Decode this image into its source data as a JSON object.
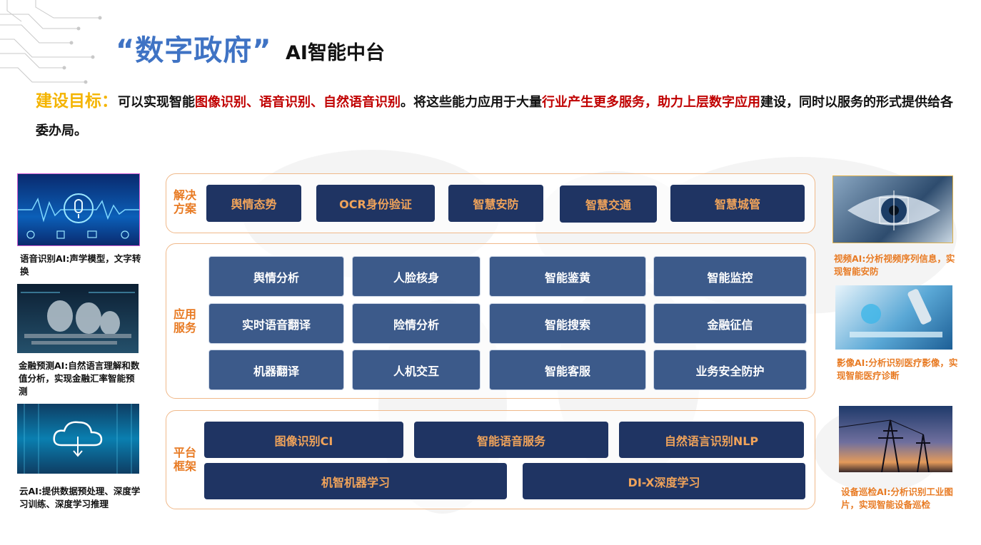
{
  "header": {
    "title_main": "“数字政府”",
    "title_sub": "AI智能中台"
  },
  "goal": {
    "label": "建设目标",
    "colon": "：",
    "t1": "可以实现智能",
    "r1": "图像识别、语音识别、自然语音识别",
    "t2": "。将这些能力应用于大量",
    "r2": "行业产生更多服务，助力上层数字应用",
    "t3": "建设，同时以服务的形式提供给各委办局。"
  },
  "left_cards": [
    {
      "caption": "语音识别AI:声学模型，文字转换",
      "icon": "microphone-icon"
    },
    {
      "caption": "金融预测AI:自然语言理解和数值分析，实现金融汇率智能预测",
      "icon": "coins-icon"
    },
    {
      "caption": "云AI:提供数据预处理、深度学习训练、深度学习推理",
      "icon": "cloud-icon"
    }
  ],
  "right_cards": [
    {
      "caption": "视频AI:分析视频序列信息，实现智能安防",
      "icon": "eye-icon"
    },
    {
      "caption": "影像AI:分析识别医疗影像，实现智能医疗诊断",
      "icon": "microscope-icon"
    },
    {
      "caption": "设备巡检AI:分析识别工业图片，实现智能设备巡检",
      "icon": "power-tower-icon"
    }
  ],
  "sections": {
    "solutions": {
      "label": "解决方案",
      "items": [
        "舆情态势",
        "OCR身份验证",
        "智慧安防",
        "智慧交通",
        "智慧城管"
      ]
    },
    "services": {
      "label": "应用服务",
      "items": [
        "舆情分析",
        "人脸核身",
        "智能鉴黄",
        "智能监控",
        "实时语音翻译",
        "险情分析",
        "智能搜索",
        "金融征信",
        "机器翻译",
        "人机交互",
        "智能客服",
        "业务安全防护"
      ]
    },
    "platform": {
      "label": "平台框架",
      "items": [
        "图像识别CI",
        "智能语音服务",
        "自然语言识别NLP",
        "机智机器学习",
        "DI-X深度学习"
      ]
    }
  },
  "colors": {
    "title_blue": "#3f73c4",
    "accent_orange": "#e87b24",
    "goal_yellow": "#f4b400",
    "highlight_red": "#c00000",
    "navy": "#1f3463",
    "steel": "#3c5a8a"
  }
}
